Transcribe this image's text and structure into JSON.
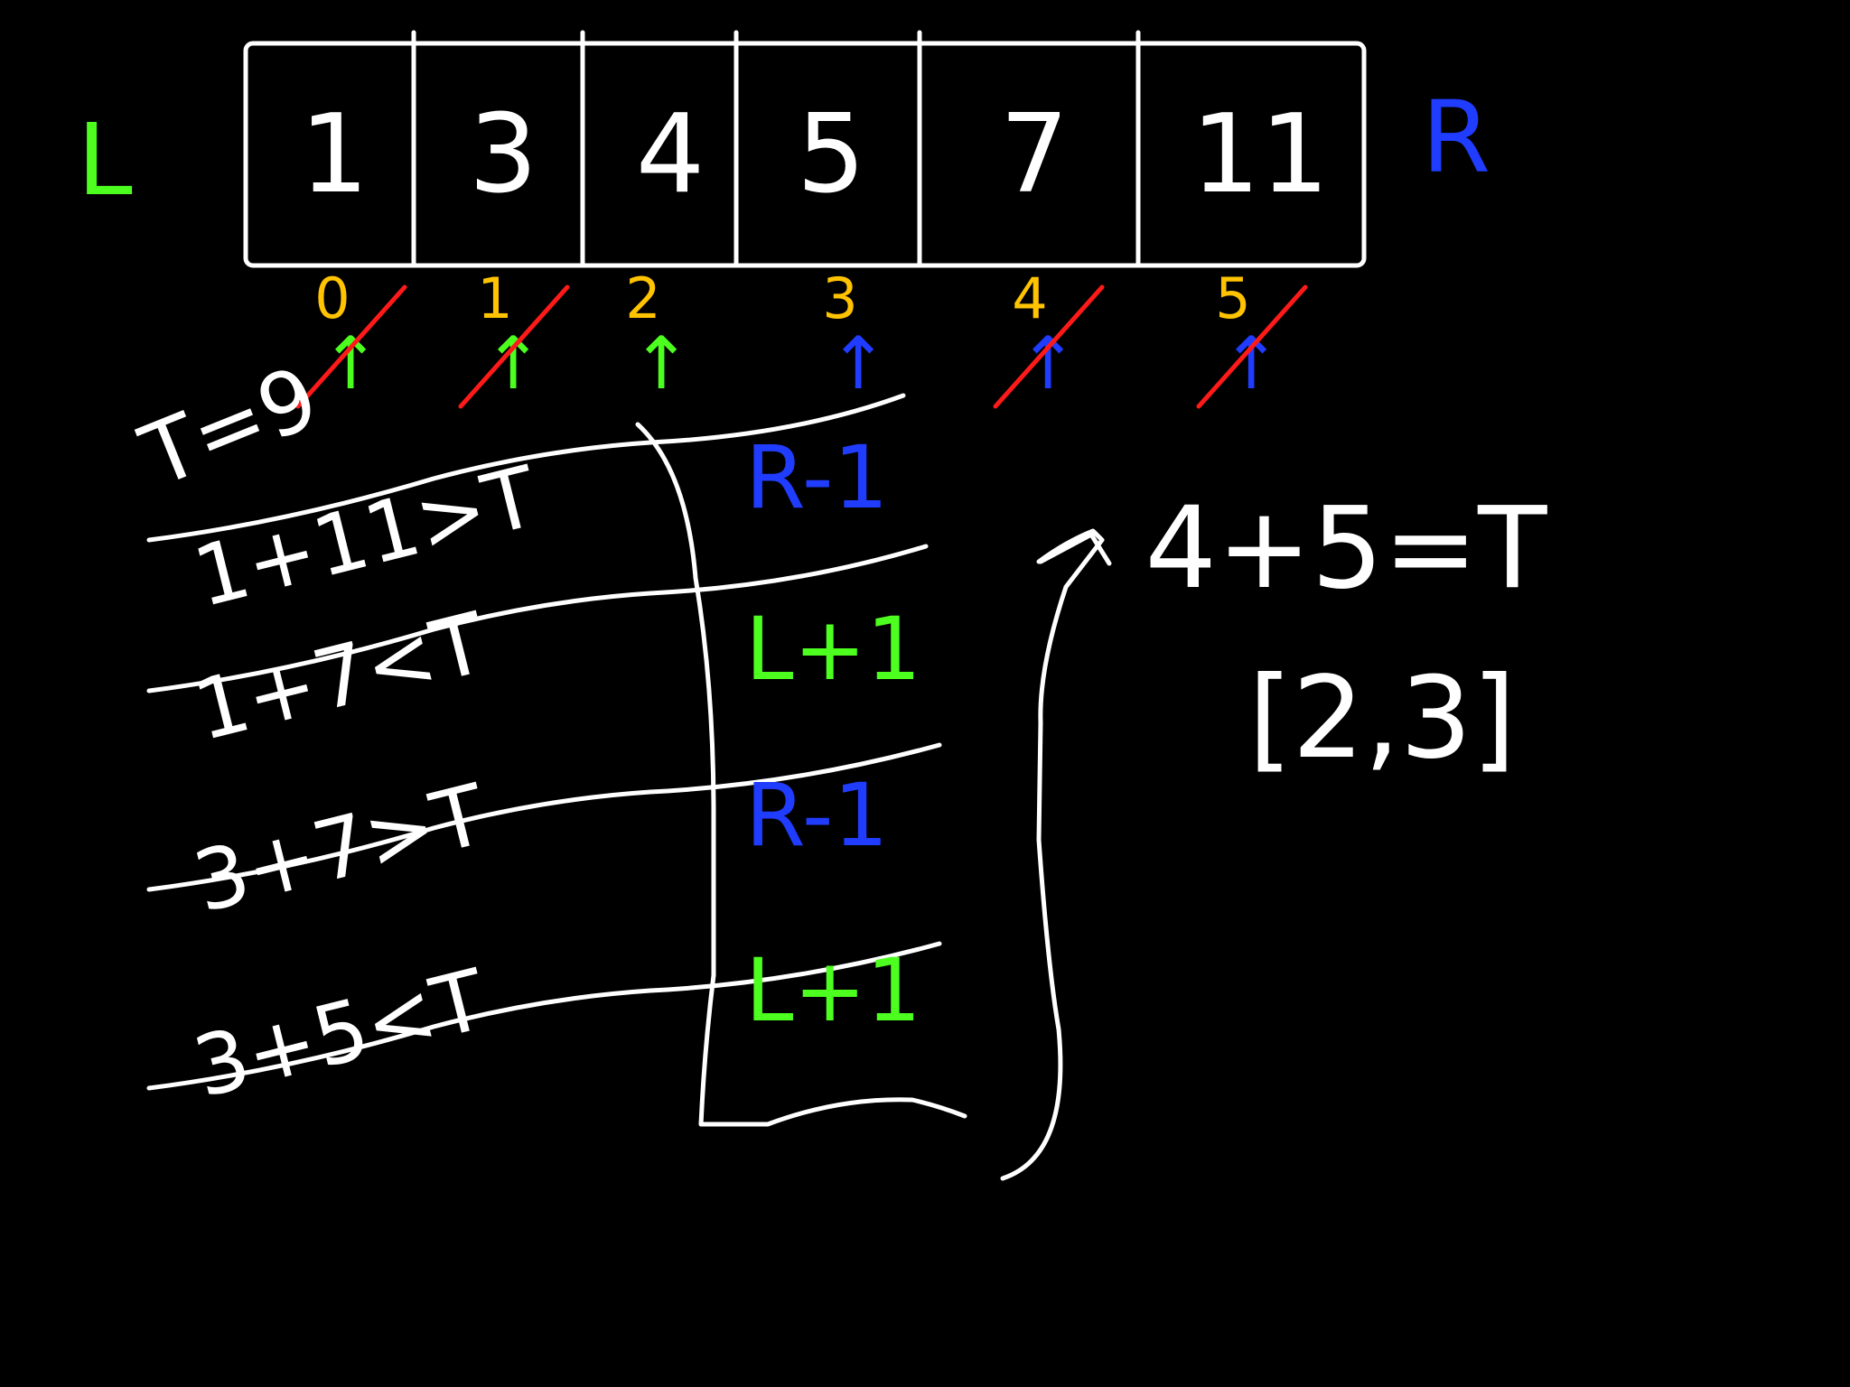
{
  "colors": {
    "background": "#000000",
    "ink": "#ffffff",
    "left_pointer": "#4dff1f",
    "right_pointer": "#1f3cff",
    "index": "#ffc300",
    "strike": "#ff1a1a"
  },
  "array": {
    "left_label": "L",
    "right_label": "R",
    "cells": [
      "1",
      "3",
      "4",
      "5",
      "7",
      "11"
    ],
    "indices": [
      "0",
      "1",
      "2",
      "3",
      "4",
      "5"
    ],
    "arrow_glyph": "↑",
    "pointer_colors": [
      "left_pointer",
      "left_pointer",
      "left_pointer",
      "right_pointer",
      "right_pointer",
      "right_pointer"
    ],
    "struck_out": [
      true,
      true,
      false,
      false,
      true,
      true
    ]
  },
  "target": "T=9",
  "steps": [
    {
      "comparison": "1+11>T",
      "action": "R-1",
      "action_color": "right_pointer"
    },
    {
      "comparison": "1+7<T",
      "action": "L+1",
      "action_color": "left_pointer"
    },
    {
      "comparison": "3+7>T",
      "action": "R-1",
      "action_color": "right_pointer"
    },
    {
      "comparison": "3+5<T",
      "action": "L+1",
      "action_color": "left_pointer"
    }
  ],
  "result": {
    "equation": "4+5=T",
    "answer": "[2,3]"
  }
}
